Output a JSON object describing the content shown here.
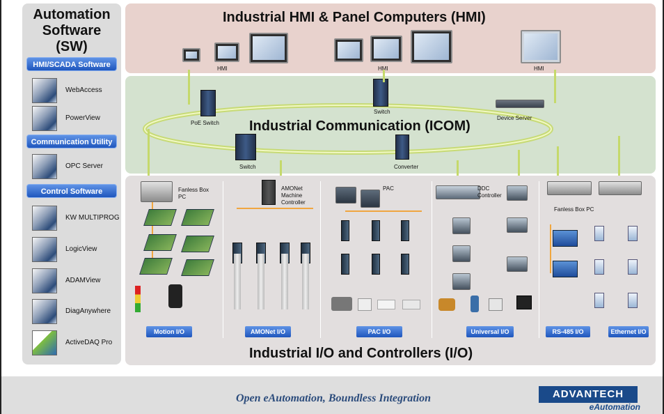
{
  "sidebar": {
    "title_line1": "Automation",
    "title_line2": "Software",
    "title_line3": "(SW)",
    "sections": [
      {
        "header": "HMI/SCADA Software",
        "items": [
          "WebAccess",
          "PowerView"
        ]
      },
      {
        "header": "Communication Utility",
        "items": [
          "OPC Server"
        ]
      },
      {
        "header": "Control Software",
        "items": [
          "KW MULTIPROG",
          "LogicView",
          "ADAMView",
          "DiagAnywhere",
          "ActiveDAQ Pro"
        ]
      }
    ]
  },
  "hmi": {
    "title": "Industrial HMI & Panel Computers (HMI)",
    "labels": [
      "HMI",
      "HMI",
      "HMI"
    ]
  },
  "icom": {
    "title": "Industrial Communication (ICOM)",
    "labels": {
      "poe_switch": "PoE Switch",
      "switch_top": "Switch",
      "device_server": "Device Server",
      "switch_bottom": "Switch",
      "converter": "Converter"
    }
  },
  "io": {
    "title": "Industrial I/O and Controllers (I/O)",
    "device_labels": {
      "fanless_box_left": "Fanless Box PC",
      "amonet_controller": "AMONet Machine Controller",
      "pac": "PAC",
      "ddc_controller": "DDC Controller",
      "fanless_box_right": "Fanless Box PC"
    },
    "tags": [
      "Motion I/O",
      "AMONet I/O",
      "PAC I/O",
      "Universal I/O",
      "RS-485 I/O",
      "Ethernet I/O"
    ]
  },
  "footer": {
    "tagline": "Open eAutomation, Boundless Integration",
    "logo": "ADVANTECH",
    "logo_sub": "eAutomation"
  },
  "colors": {
    "hmi_band": "#e8d2cd",
    "icom_band": "#d4e2cf",
    "io_band": "#e2dede",
    "sidebar": "#dcdcdc",
    "tag_blue": "#1f56bd",
    "wire_orange": "#f0a640",
    "ring_green": "#c5d96b"
  }
}
